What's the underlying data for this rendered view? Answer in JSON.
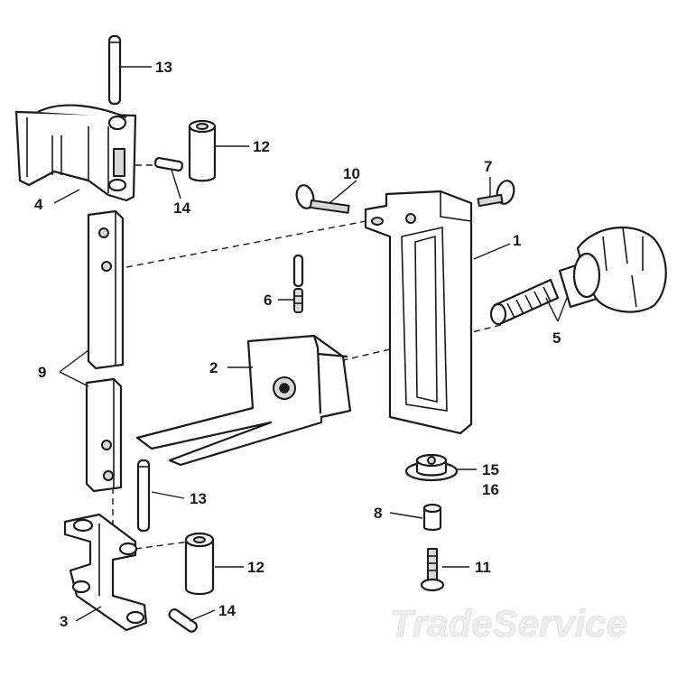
{
  "callouts": {
    "c1": "1",
    "c2": "2",
    "c3": "3",
    "c4": "4",
    "c5": "5",
    "c6": "6",
    "c7": "7",
    "c8": "8",
    "c9": "9",
    "c10": "10",
    "c11": "11",
    "c12a": "12",
    "c12b": "12",
    "c13a": "13",
    "c13b": "13",
    "c14a": "14",
    "c14b": "14",
    "c15": "15",
    "c16": "16"
  },
  "watermark": "TradeService"
}
